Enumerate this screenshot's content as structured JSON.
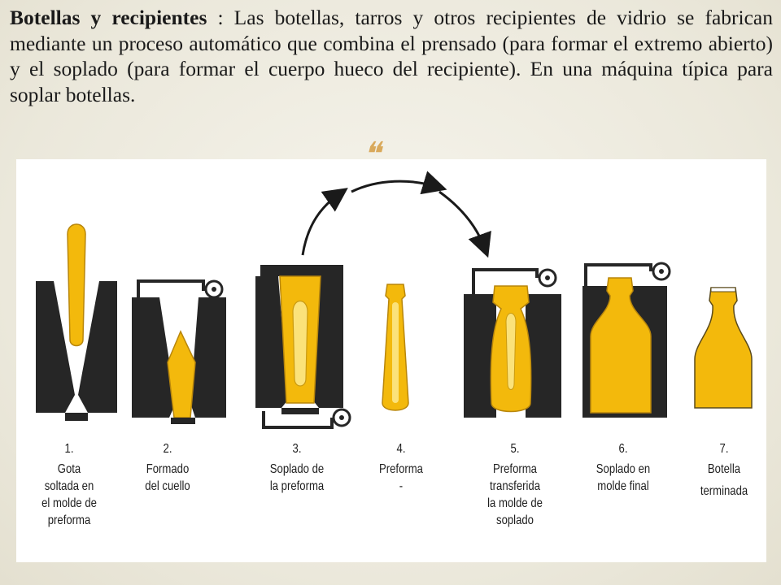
{
  "intro": {
    "bold_title": "Botellas y recipientes",
    "body": " : Las botellas, tarros y otros recipientes de vidrio se fabrican mediante un proceso automático que combina el prensado (para formar el extremo abierto) y el soplado (para formar el cuerpo hueco del recipiente). En una máquina típica para soplar botellas."
  },
  "ornament": "❝",
  "colors": {
    "glass": "#f3b90c",
    "glass_outline": "#b8860b",
    "mold": "#262626",
    "accent": "#d9a95b"
  },
  "steps": [
    {
      "num": "1.",
      "lines": [
        "Gota",
        "soltada en",
        "el molde de",
        "preforma"
      ]
    },
    {
      "num": "2.",
      "lines": [
        "Formado",
        "del cuello"
      ]
    },
    {
      "num": "3.",
      "lines": [
        "Soplado de",
        "la preforma"
      ]
    },
    {
      "num": "4.",
      "lines": [
        "Preforma",
        "-"
      ]
    },
    {
      "num": "5.",
      "lines": [
        "Preforma",
        "transferida",
        "la molde de",
        "soplado"
      ]
    },
    {
      "num": "6.",
      "lines": [
        "Soplado en",
        "molde final"
      ]
    },
    {
      "num": "7.",
      "lines": [
        "Botella",
        "terminada"
      ]
    }
  ]
}
